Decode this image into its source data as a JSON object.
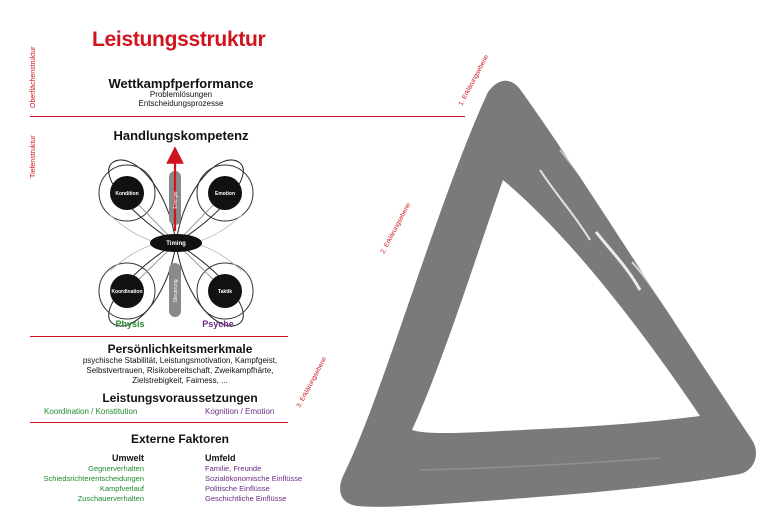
{
  "title": "Leistungsstruktur",
  "colors": {
    "red": "#d0141e",
    "green": "#1f8a2e",
    "purple": "#6b2a86",
    "triangle": "#7a7a7a"
  },
  "side_labels": {
    "surface": "Oberflächenstruktur",
    "deep": "Tiefenstruktur"
  },
  "competition": {
    "heading": "Wettkampfperformance",
    "line1": "Problemlösungen",
    "line2": "Entscheidungsprozesse"
  },
  "competence": {
    "heading": "Handlungskompetenz",
    "nodes": {
      "top_left": "Kondition",
      "top_right": "Emotion",
      "bottom_left": "Koordination",
      "bottom_right": "Taktik"
    },
    "center": "Timing",
    "upper_axis": "Energie",
    "lower_axis": "Steuerung",
    "left_label": "Physis",
    "right_label": "Psyche"
  },
  "personality": {
    "heading": "Persönlichkeitsmerkmale",
    "line1": "psychische Stabilität, Leistungsmotivation, Kampfgeist,",
    "line2": "Selbstvertrauen, Risikobereitschaft, Zweikampfhärte,",
    "line3": "Zielstrebigkeit, Fairness, ..."
  },
  "prerequisites": {
    "heading": "Leistungsvoraussetzungen",
    "left": "Koordination / Konstitution",
    "right": "Kognition / Emotion"
  },
  "external": {
    "heading": "Externe Faktoren",
    "umwelt": {
      "heading": "Umwelt",
      "items": [
        "Gegnerverhalten",
        "Schiedsrichterentscheidungen",
        "Kampfverlauf",
        "Zuschauerverhalten"
      ]
    },
    "umfeld": {
      "heading": "Umfeld",
      "items": [
        "Familie, Freunde",
        "Sozialökonomische Einflüsse",
        "Politische Einflüsse",
        "Geschichtliche Einflüsse"
      ]
    }
  },
  "levels": {
    "first": "1. Erklärungsebene",
    "second": "2. Erklärungsebene",
    "third": "3. Erklärungsebene"
  }
}
